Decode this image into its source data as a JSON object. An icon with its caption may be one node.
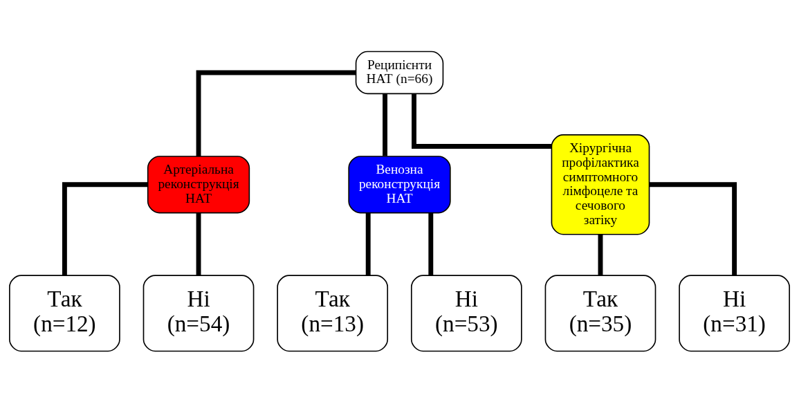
{
  "diagram": {
    "nodes": [
      {
        "text": [
          "Реципієнти НАТ (n=66)"
        ]
      },
      {
        "text": [
          "Артеріальна реконструкція НАТ"
        ]
      },
      {
        "text": [
          "Венозна реконструкція НАТ"
        ]
      },
      {
        "text": [
          "Хірургічна профілактика симптомного лімфоцеле та сечового затіку"
        ]
      },
      {
        "text": [
          "Так",
          "(n=12)"
        ]
      },
      {
        "text": [
          "Ні",
          "(n=54)"
        ]
      },
      {
        "text": [
          "Так",
          "(n=13)"
        ]
      },
      {
        "text": [
          "Ні",
          "(n=53)"
        ]
      },
      {
        "text": [
          "Так",
          "(n=35)"
        ]
      },
      {
        "text": [
          "Ні",
          "(n=31)"
        ]
      }
    ],
    "edges": [
      {
        "from": 0,
        "to": 1,
        "arrow": "none"
      },
      {
        "from": 0,
        "to": 2,
        "arrow": "none"
      },
      {
        "from": 0,
        "to": 3,
        "arrow": "none"
      },
      {
        "from": 1,
        "to": 4,
        "arrow": "none"
      },
      {
        "from": 1,
        "to": 5,
        "arrow": "none"
      },
      {
        "from": 2,
        "to": 6,
        "arrow": "none"
      },
      {
        "from": 2,
        "to": 7,
        "arrow": "none"
      },
      {
        "from": 3,
        "to": 8,
        "arrow": "none"
      },
      {
        "from": 3,
        "to": 9,
        "arrow": "none"
      }
    ]
  }
}
